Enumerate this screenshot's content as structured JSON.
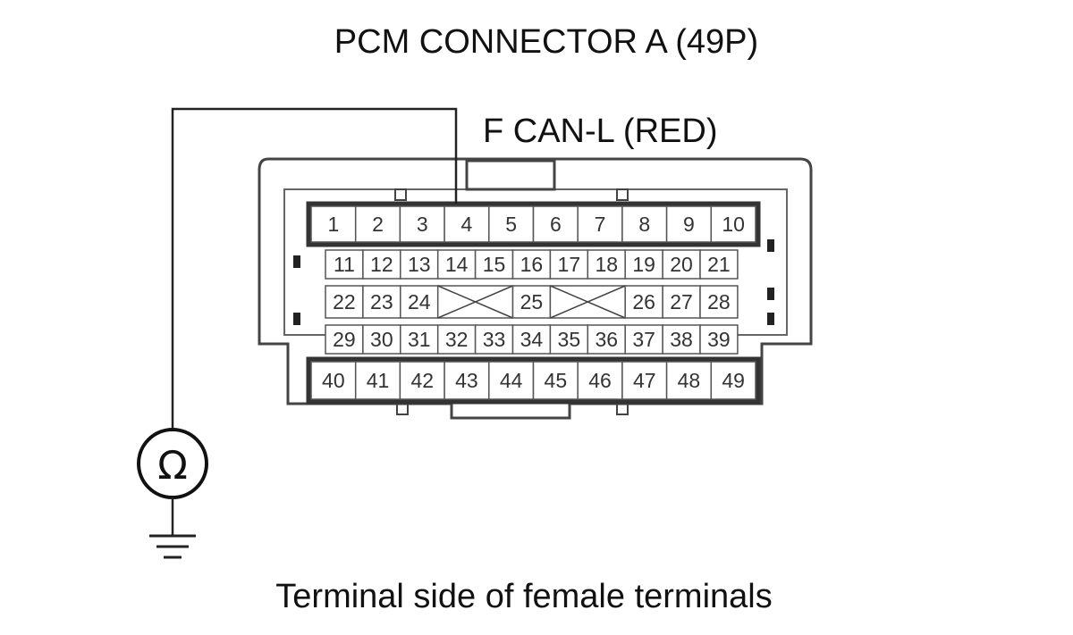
{
  "title": "PCM CONNECTOR A (49P)",
  "wire_label": "F CAN-L (RED)",
  "caption": "Terminal side of female terminals",
  "meter_symbol": "Ω",
  "probe_pin": "4",
  "rows": [
    [
      "1",
      "2",
      "3",
      "4",
      "5",
      "6",
      "7",
      "8",
      "9",
      "10"
    ],
    [
      "11",
      "12",
      "13",
      "14",
      "15",
      "16",
      "17",
      "18",
      "19",
      "20",
      "21"
    ],
    [
      "22",
      "23",
      "24",
      "",
      "25",
      "",
      "26",
      "27",
      "28"
    ],
    [
      "29",
      "30",
      "31",
      "32",
      "33",
      "34",
      "35",
      "36",
      "37",
      "38",
      "39"
    ],
    [
      "40",
      "41",
      "42",
      "43",
      "44",
      "45",
      "46",
      "47",
      "48",
      "49"
    ]
  ]
}
